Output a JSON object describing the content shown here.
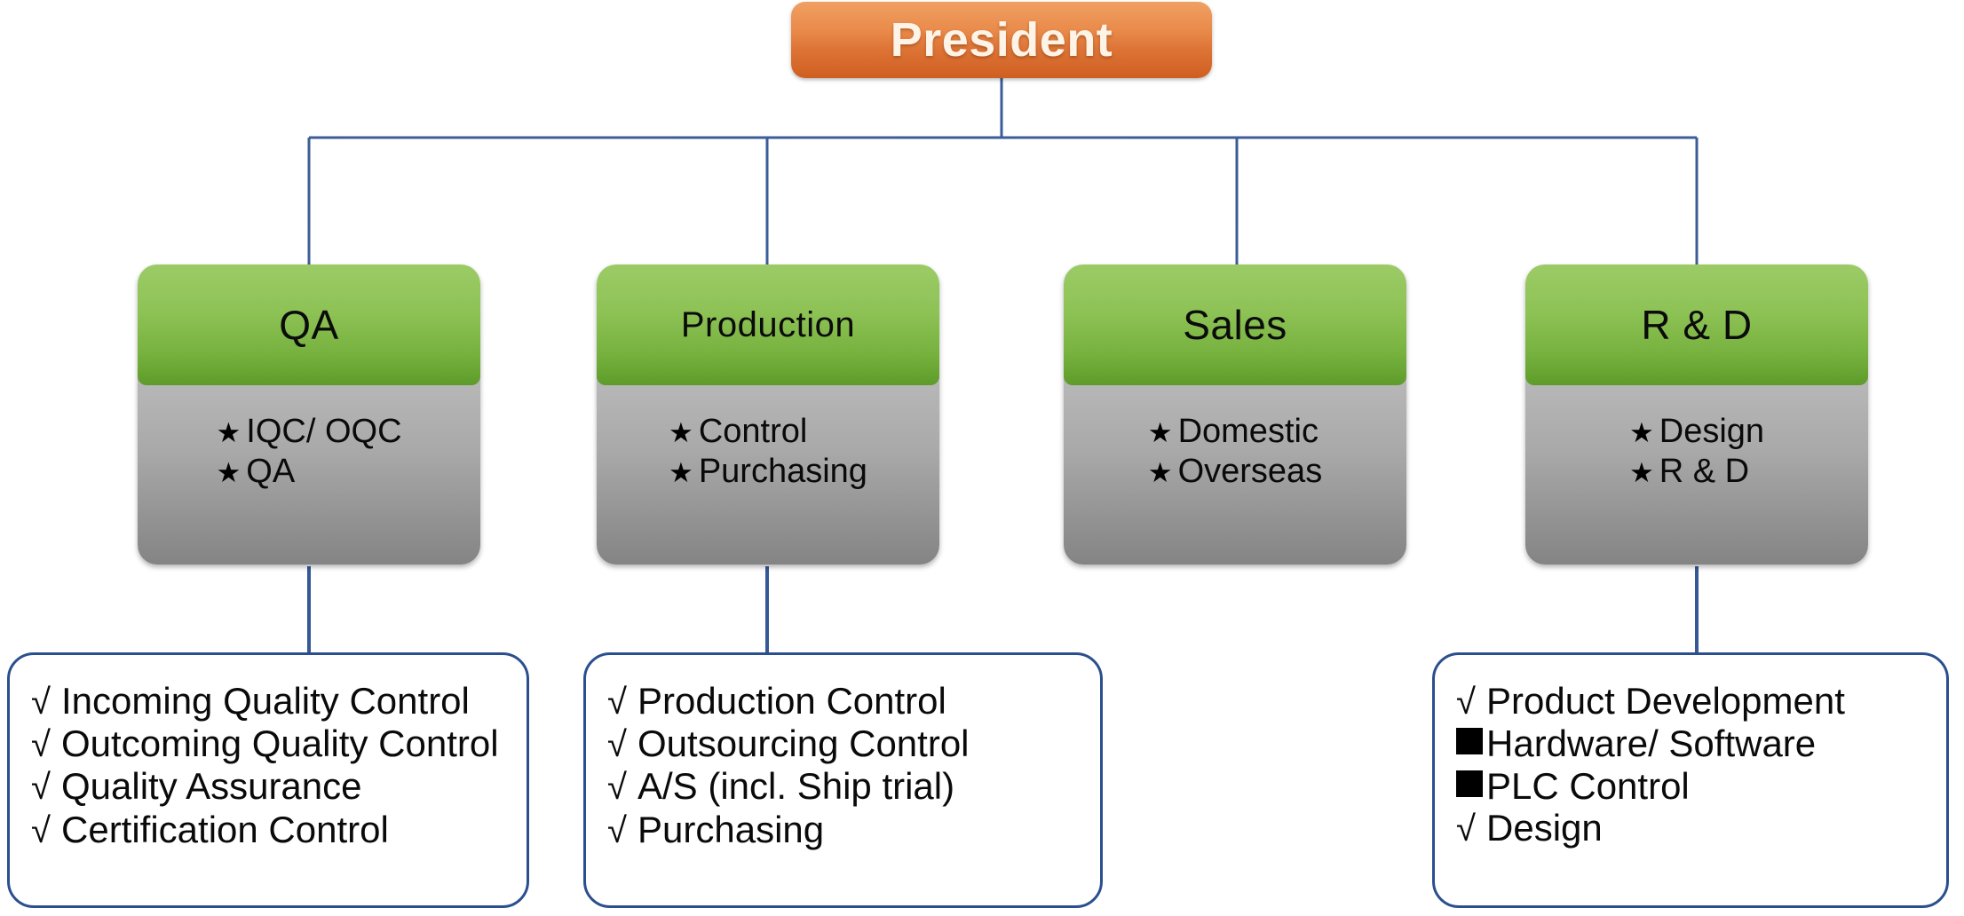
{
  "colors": {
    "root_top": "#f0a063",
    "root_bottom": "#cf5f21",
    "dept_head_top": "#9ccb66",
    "dept_head_bottom": "#5d9b2a",
    "dept_body_top": "#cdcdcd",
    "dept_body_bottom": "#848484",
    "connector_line": "#2b4f8e",
    "detail_border": "#2b4f8e",
    "text_dark": "#0a0a0a",
    "root_text": "#fdf3e6"
  },
  "root": {
    "label": "President"
  },
  "departments": [
    {
      "title": "QA",
      "bullet": "★",
      "items": [
        "IQC/ OQC",
        "QA"
      ]
    },
    {
      "title": "Production",
      "bullet": "★",
      "items": [
        "Control",
        "Purchasing"
      ]
    },
    {
      "title": "Sales",
      "bullet": "★",
      "items": [
        "Domestic",
        "Overseas"
      ]
    },
    {
      "title": "R & D",
      "bullet": "★",
      "items": [
        "Design",
        "R & D"
      ]
    }
  ],
  "details": [
    {
      "parent": "QA",
      "items": [
        {
          "bullet": "check",
          "glyph": "√",
          "label": "Incoming Quality Control"
        },
        {
          "bullet": "check",
          "glyph": "√",
          "label": "Outcoming Quality Control"
        },
        {
          "bullet": "check",
          "glyph": "√",
          "label": "Quality Assurance"
        },
        {
          "bullet": "check",
          "glyph": "√",
          "label": "Certification Control"
        }
      ]
    },
    {
      "parent": "Production",
      "items": [
        {
          "bullet": "check",
          "glyph": "√",
          "label": "Production Control"
        },
        {
          "bullet": "check",
          "glyph": "√",
          "label": "Outsourcing Control"
        },
        {
          "bullet": "check",
          "glyph": "√",
          "label": "A/S (incl. Ship trial)"
        },
        {
          "bullet": "check",
          "glyph": "√",
          "label": "Purchasing"
        }
      ]
    },
    {
      "parent": "R & D",
      "items": [
        {
          "bullet": "check",
          "glyph": "√",
          "label": "Product Development"
        },
        {
          "bullet": "square",
          "glyph": "■",
          "label": "Hardware/ Software"
        },
        {
          "bullet": "square",
          "glyph": "■",
          "label": "PLC Control"
        },
        {
          "bullet": "check",
          "glyph": "√",
          "label": "Design"
        }
      ]
    }
  ]
}
